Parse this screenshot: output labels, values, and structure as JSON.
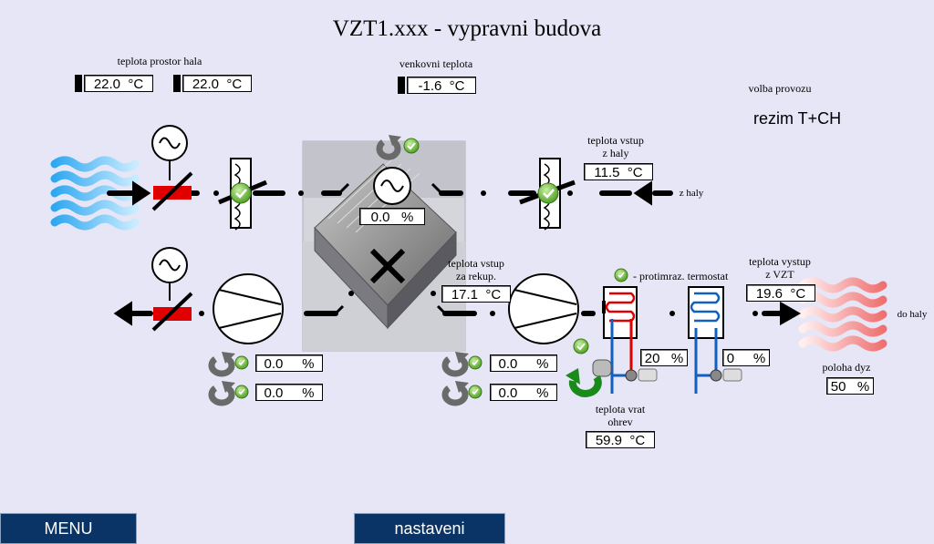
{
  "title": "VZT1.xxx - vypravni budova",
  "room_temp": {
    "label": "teplota prostor hala",
    "value1": "22.0  °C",
    "value2": "22.0  °C"
  },
  "outdoor_temp": {
    "label": "venkovni teplota",
    "value": "-1.6  °C"
  },
  "mode": {
    "label": "volba provozu",
    "value": "rezim T+CH"
  },
  "intake_from_hall": {
    "label_line1": "teplota vstup",
    "label_line2": "z haly",
    "value": "11.5  °C",
    "arrow_label": "z haly"
  },
  "recuperator": {
    "value": "0.0   %"
  },
  "after_recup": {
    "label_line1": "teplota vstup",
    "label_line2": "za rekup.",
    "value": "17.1  °C"
  },
  "supply_out": {
    "label_line1": "teplota vystup",
    "label_line2": "z VZT",
    "value": "19.6  °C",
    "arrow_label": "do haly"
  },
  "antifreeze": {
    "label": "- protimraz. termostat"
  },
  "heater_valve": {
    "value": "20   %"
  },
  "cooler_valve": {
    "value": "0     %"
  },
  "return_water": {
    "label_line1": "teplota vrat",
    "label_line2": "ohrev",
    "value": "59.9  °C"
  },
  "nozzle": {
    "label": "poloha dyz",
    "value": "50   %"
  },
  "exhaust_fan": {
    "speed1": "0.0     %",
    "speed2": "0.0     %"
  },
  "supply_fan": {
    "speed1": "0.0     %",
    "speed2": "0.0     %"
  },
  "buttons": {
    "menu": "MENU",
    "settings": "nastaveni"
  },
  "colors": {
    "background": "#e6e6f6",
    "button": "#0b3466",
    "heater": "#e00000",
    "cooler": "#1060c0",
    "damper": "#e00000",
    "ok": "#5cb030"
  }
}
